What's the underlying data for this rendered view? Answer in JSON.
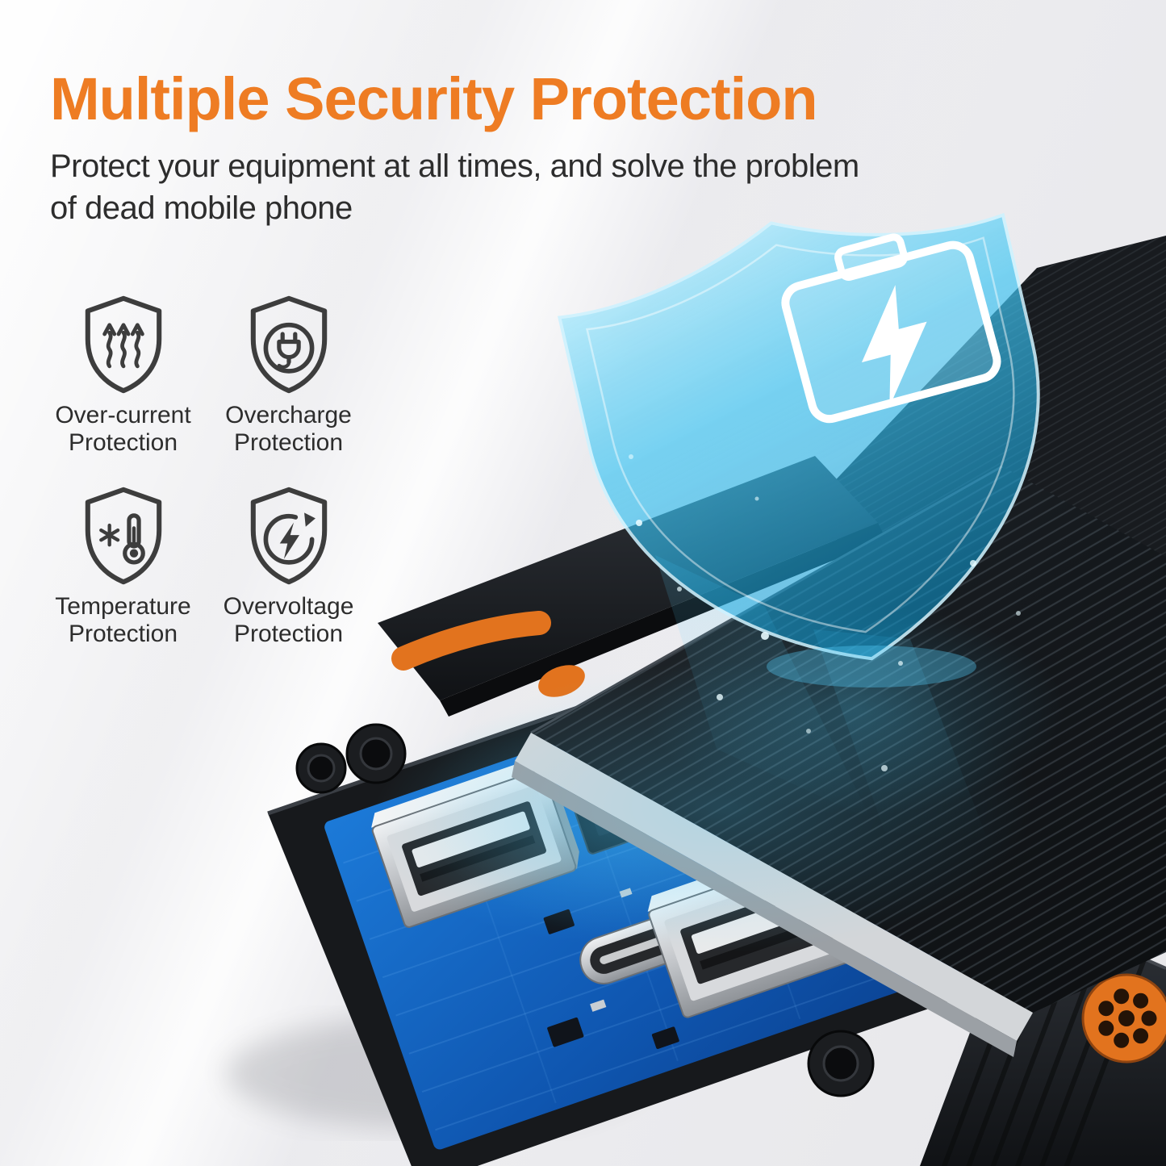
{
  "header": {
    "title": "Multiple Security Protection",
    "subtitle_line1": "Protect your equipment at all times, and solve the problem",
    "subtitle_line2": "of dead mobile phone"
  },
  "features": [
    {
      "icon": "over-current-shield-icon",
      "label_line1": "Over-current",
      "label_line2": "Protection"
    },
    {
      "icon": "overcharge-shield-icon",
      "label_line1": "Overcharge",
      "label_line2": "Protection"
    },
    {
      "icon": "temperature-shield-icon",
      "label_line1": "Temperature",
      "label_line2": "Protection"
    },
    {
      "icon": "overvoltage-shield-icon",
      "label_line1": "Overvoltage",
      "label_line2": "Protection"
    }
  ],
  "product_visual": {
    "icons": [
      "protection-shield-hologram",
      "battery-charging-icon"
    ]
  },
  "colors": {
    "heading": "#EE7C23",
    "body_text": "#2D2D2D",
    "icon_outline": "#3D3D3D",
    "hologram_cyan": "#2FB9E8",
    "pcb_blue": "#1565BB",
    "accent_orange": "#E2731E"
  }
}
